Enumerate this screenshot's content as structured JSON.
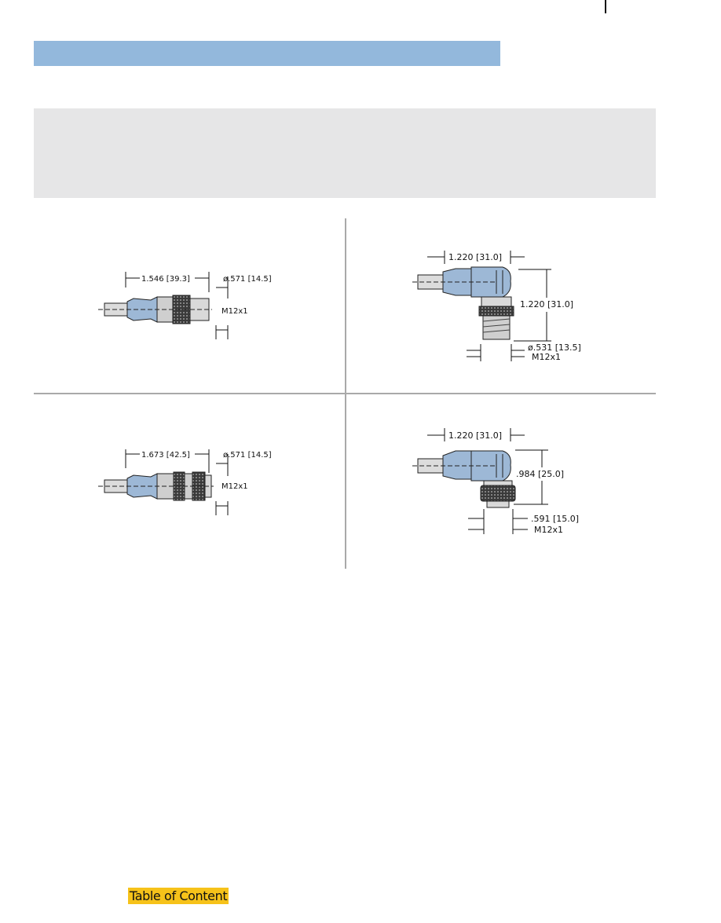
{
  "colors": {
    "header_bar": "#93b8dc",
    "info_box": "#e6e6e7",
    "connector_body": "#9db8d6",
    "divider": "#a9a9a9",
    "toc_button": "#f6c21a"
  },
  "drawings": [
    {
      "style": "straight-male",
      "length": "1.546  [39.3]",
      "diameter": "ø.571  [14.5]",
      "thread": "M12x1"
    },
    {
      "style": "right-angle-male",
      "length": "1.220  [31.0]",
      "height": "1.220  [31.0]",
      "diameter": "ø.531  [13.5]",
      "thread": "M12x1"
    },
    {
      "style": "straight-female",
      "length": "1.673  [42.5]",
      "diameter": "ø.571  [14.5]",
      "thread": "M12x1"
    },
    {
      "style": "right-angle-female",
      "length": "1.220  [31.0]",
      "height": ".984  [25.0]",
      "diameter": ".591  [15.0]",
      "thread": "M12x1"
    }
  ],
  "footer": {
    "toc_label": "Table of Content"
  }
}
